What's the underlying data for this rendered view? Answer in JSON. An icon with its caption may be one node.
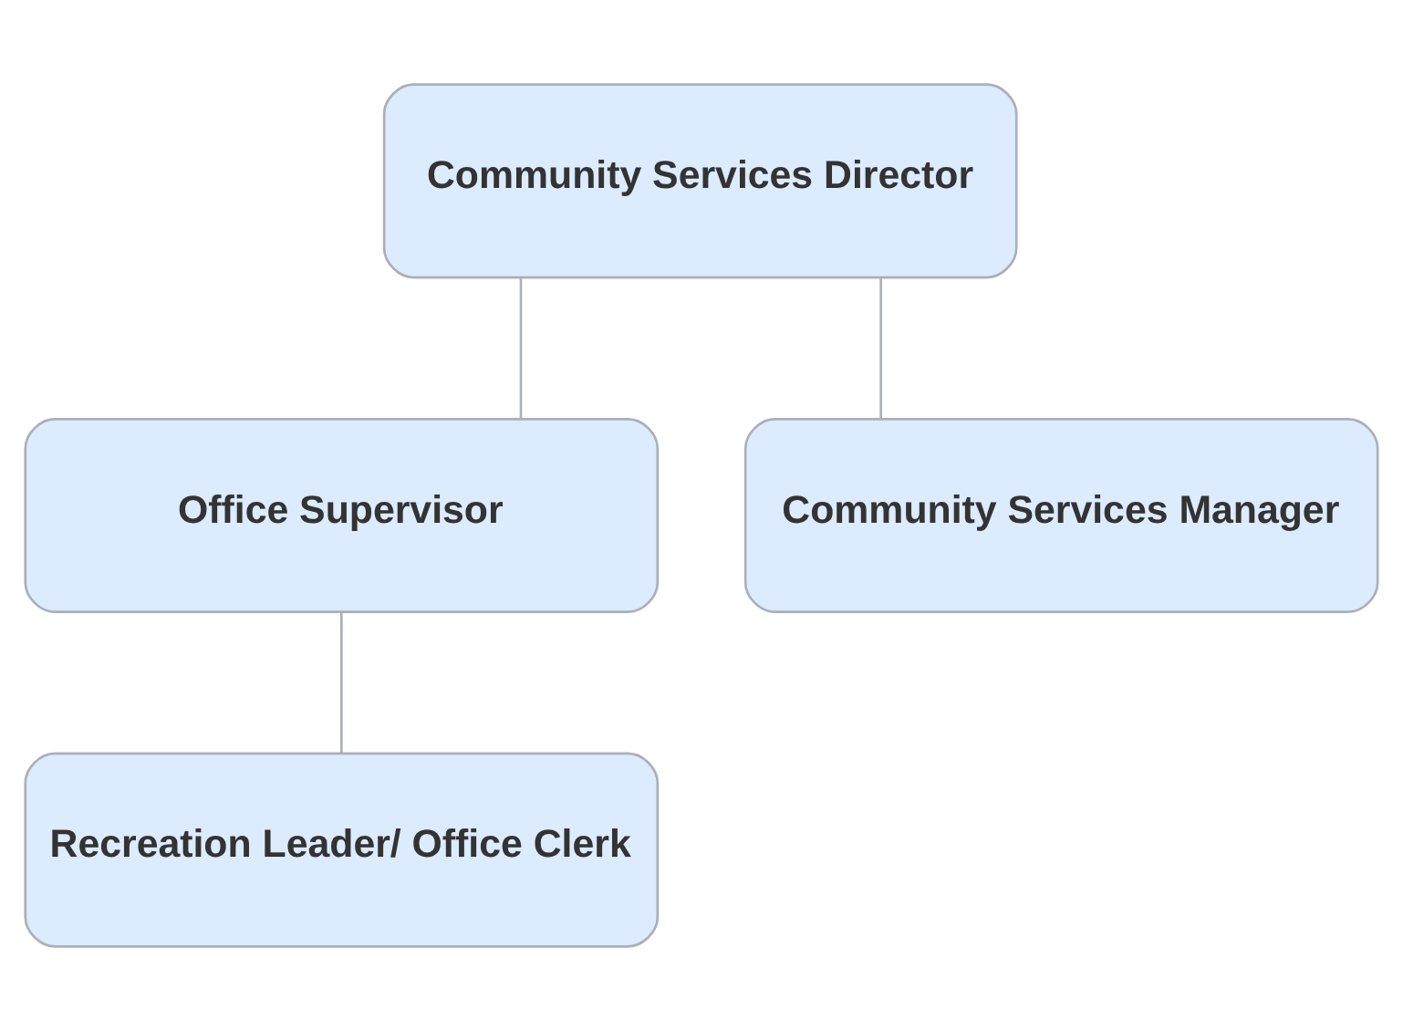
{
  "diagram": {
    "nodes": [
      {
        "text": [
          "Community Services Director"
        ]
      },
      {
        "text": [
          "Office Supervisor"
        ]
      },
      {
        "text": [
          "Community Services Manager"
        ]
      },
      {
        "text": [
          "Recreation Leader/ Office Clerk"
        ]
      }
    ],
    "edges": [
      {
        "from": 0,
        "to": 1,
        "arrow": "none"
      },
      {
        "from": 0,
        "to": 2,
        "arrow": "none"
      },
      {
        "from": 1,
        "to": 3,
        "arrow": "none"
      }
    ]
  }
}
